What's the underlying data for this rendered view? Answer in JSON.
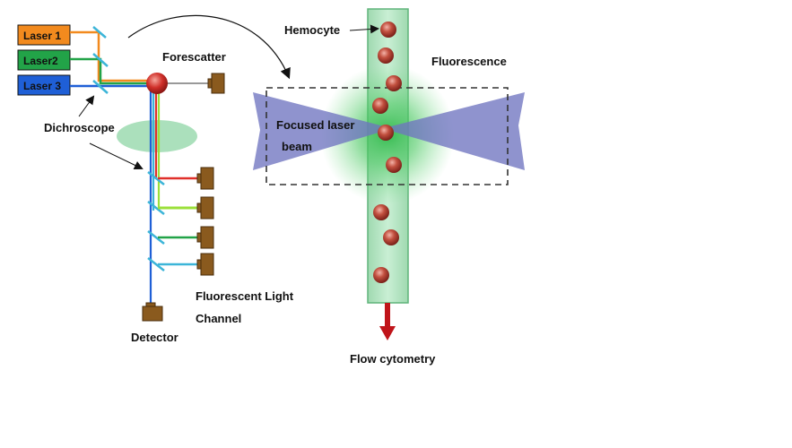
{
  "lasers": [
    {
      "label": "Laser 1",
      "color": "#f28a1e"
    },
    {
      "label": "Laser2",
      "color": "#22a348"
    },
    {
      "label": "Laser 3",
      "color": "#1f5fd6"
    }
  ],
  "labels": {
    "dichroscope": "Dichroscope",
    "forescatter": "Forescatter",
    "fluorescent_light": "Fluorescent Light",
    "channel": "Channel",
    "detector": "Detector",
    "hemocyte": "Hemocyte",
    "fluorescence": "Fluorescence",
    "focused_laser": "Focused laser",
    "beam": "beam",
    "flow_cytometry": "Flow cytometry"
  },
  "channel_colors": [
    "#e0302a",
    "#9be03a",
    "#22a348",
    "#3cb5d8"
  ],
  "colors": {
    "beam_fill": "#7b7fc0",
    "flow_tube": "#b7e3c3",
    "glow": "#3fc25a",
    "cell": "#b8443a",
    "detector": "#8a5a1e",
    "flow_arrow": "#c0141a"
  }
}
